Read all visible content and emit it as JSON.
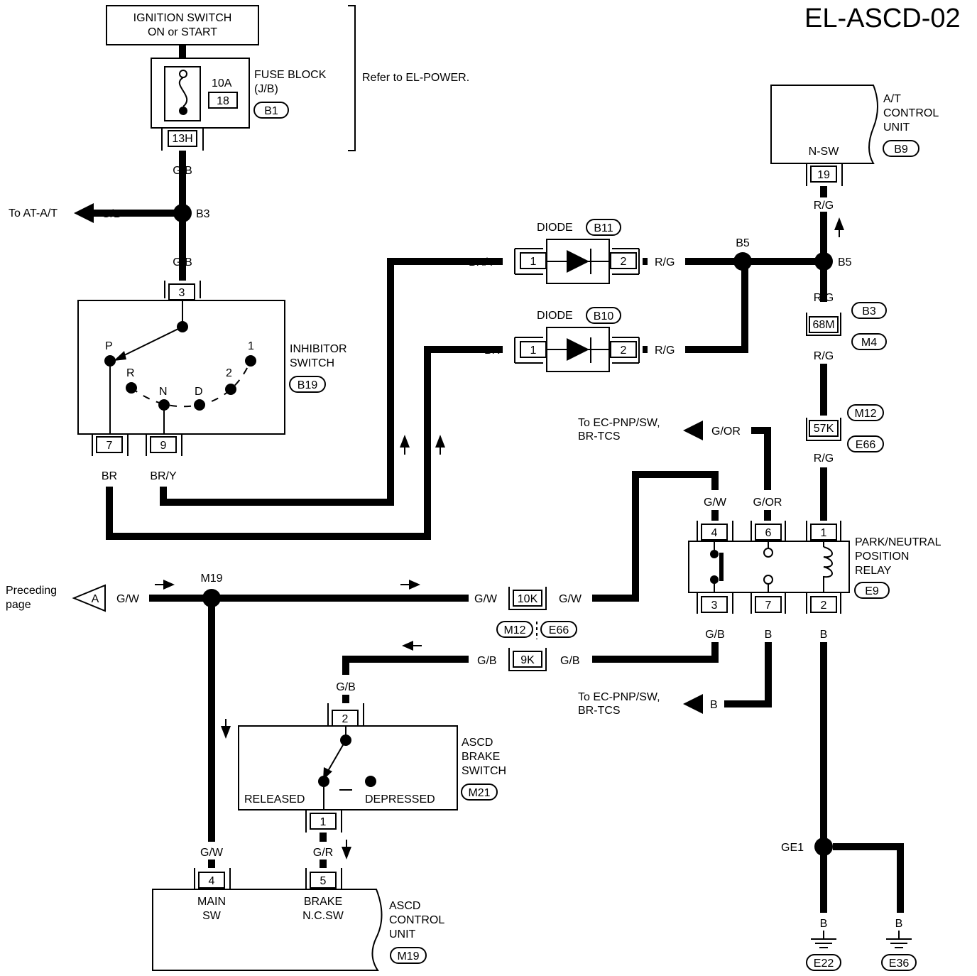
{
  "page_code": "EL-ASCD-02",
  "refer": "Refer to EL-POWER.",
  "ignition": {
    "line1": "IGNITION SWITCH",
    "line2": "ON or START"
  },
  "fuse_block": {
    "amp": "10A",
    "num": "18",
    "line1": "FUSE BLOCK",
    "line2": "(J/B)",
    "conn": "B1",
    "term": "13H"
  },
  "to_at": "To AT-A/T",
  "b3": "B3",
  "b5": "B5",
  "inhibitor": {
    "line1": "INHIBITOR",
    "line2": "SWITCH",
    "conn": "B19",
    "pos_p": "P",
    "pos_r": "R",
    "pos_n": "N",
    "pos_d": "D",
    "pos_2": "2",
    "pos_1": "1",
    "t3": "3",
    "t7": "7",
    "t9": "9"
  },
  "diode1": {
    "title": "DIODE",
    "conn": "B11",
    "t1": "1",
    "t2": "2"
  },
  "diode2": {
    "title": "DIODE",
    "conn": "B10",
    "t1": "1",
    "t2": "2"
  },
  "at_unit": {
    "line1": "A/T",
    "line2": "CONTROL",
    "line3": "UNIT",
    "nsw": "N-SW",
    "conn": "B9",
    "term": "19"
  },
  "jc_b3": "B3",
  "jc_m4": "M4",
  "jc_68m": "68M",
  "jc_m12": "M12",
  "jc_57k": "57K",
  "jc_e66": "E66",
  "to_ec_1": {
    "line1": "To EC-PNP/SW,",
    "line2": "BR-TCS"
  },
  "to_ec_2": {
    "line1": "To EC-PNP/SW,",
    "line2": "BR-TCS"
  },
  "relay": {
    "line1": "PARK/NEUTRAL",
    "line2": "POSITION",
    "line3": "RELAY",
    "conn": "E9",
    "t1": "1",
    "t2": "2",
    "t3": "3",
    "t4": "4",
    "t6": "6",
    "t7": "7"
  },
  "preceding": {
    "line1": "Preceding",
    "line2": "page",
    "ref": "A"
  },
  "m19_junction": "M19",
  "jc_10k": "10K",
  "jc_9k": "9K",
  "jc_m12b": "M12",
  "jc_e66b": "E66",
  "brake_switch": {
    "line1": "ASCD",
    "line2": "BRAKE",
    "line3": "SWITCH",
    "conn": "M21",
    "released": "RELEASED",
    "depressed": "DEPRESSED",
    "t1": "1",
    "t2": "2"
  },
  "ascd_unit": {
    "line1": "ASCD",
    "line2": "CONTROL",
    "line3": "UNIT",
    "conn": "M19",
    "main1": "MAIN",
    "main2": "SW",
    "brake1": "BRAKE",
    "brake2": "N.C.SW",
    "t4": "4",
    "t5": "5"
  },
  "ground": {
    "ge1": "GE1",
    "e22": "E22",
    "e36": "E36"
  },
  "wires": {
    "gb": "G/B",
    "rg": "R/G",
    "brY": "BR/Y",
    "br": "BR",
    "gor": "G/OR",
    "gw": "G/W",
    "b": "B",
    "gr": "G/R"
  }
}
